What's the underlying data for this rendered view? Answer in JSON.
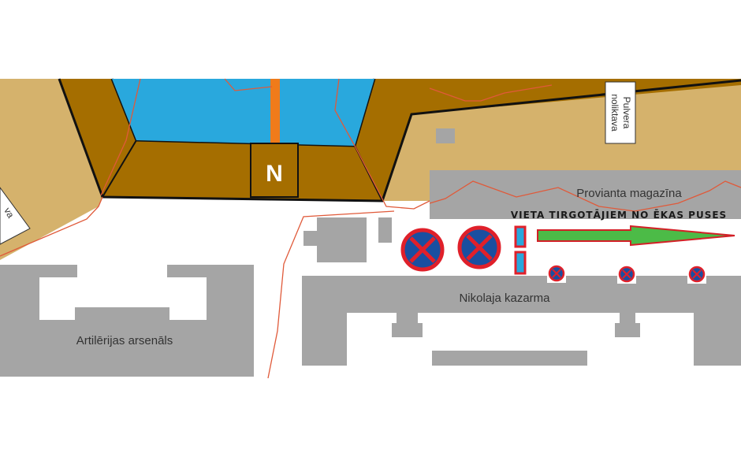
{
  "colors": {
    "background": "#ffffff",
    "sand": "#d5b26c",
    "fortification": "#a56e00",
    "moat": "#29a8dd",
    "bridge": "#f07b1a",
    "building": "#a5a5a5",
    "boundary_line": "#e05a3a",
    "sign_red": "#e0202a",
    "sign_blue": "#1a4fa0",
    "arrow_green": "#4cbb47",
    "arrow_outline": "#d32027"
  },
  "map": {
    "bastion_label": "N",
    "left_edge_label": "va",
    "buildings": {
      "artillery_arsenal": "Artilērijas arsenāls",
      "nikolaja_kazarma": "Nikolaja kazarma",
      "provianta_magazina": "Provianta magazīna"
    },
    "powder_magazine": {
      "line1": "Pulvera",
      "line2": "noliktava"
    },
    "notice": "VIETA TIRGOTĀJIEM NO ĒKAS PUSES",
    "signs": {
      "large_count": 2,
      "small_count": 3,
      "type": "no-stopping-sign",
      "stall_markers": 2
    }
  }
}
